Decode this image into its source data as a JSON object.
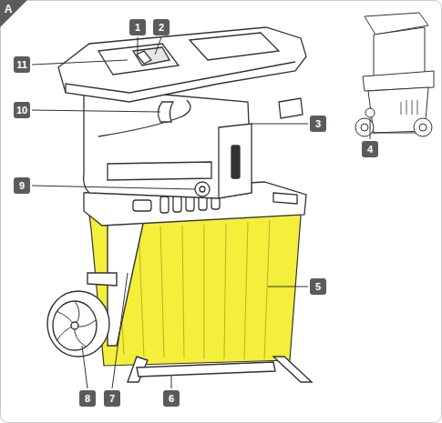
{
  "diagram": {
    "labels": [
      "A",
      "1",
      "2",
      "11",
      "10",
      "3",
      "4",
      "9",
      "5",
      "8",
      "7",
      "6"
    ]
  }
}
